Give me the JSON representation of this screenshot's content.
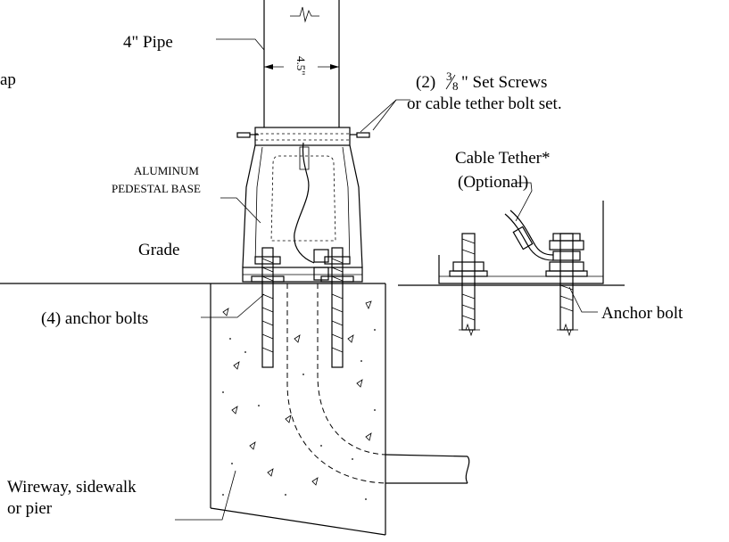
{
  "labels": {
    "cap_fragment": "ap",
    "pipe": "4\" Pipe",
    "pipe_dimension": "4.5\"",
    "set_screws_prefix": "(2)",
    "set_screws_frac_num": "3",
    "set_screws_frac_den": "8",
    "set_screws_suffix": "\" Set Screws",
    "set_screws_line2": "or cable tether bolt set.",
    "cable_tether": "Cable Tether*",
    "optional": "(Optional)",
    "aluminum": "ALUMINUM",
    "pedestal_base": "PEDESTAL BASE",
    "grade": "Grade",
    "anchor_bolts": "(4) anchor bolts",
    "anchor_bolt": "Anchor bolt",
    "wireway": "Wireway, sidewalk",
    "or_pier": "or pier"
  }
}
